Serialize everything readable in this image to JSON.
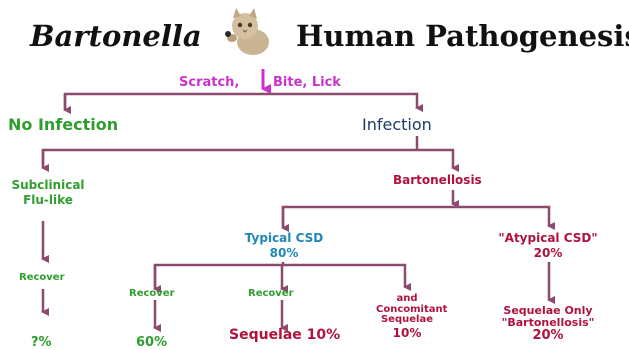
{
  "title": {
    "left": "Bartonella",
    "right": "Human Pathogenesis"
  },
  "top": {
    "scratch": "Scratch,",
    "bite_lick": "Bite, Lick"
  },
  "no_infection": "No Infection",
  "infection": "Infection",
  "subclinical": [
    "Subclinical",
    "Flu-like"
  ],
  "bartonellosis": "Bartonellosis",
  "recover_left": "Recover",
  "pct_unknown": "?%",
  "typical": [
    "Typical CSD",
    "80%"
  ],
  "atypical": [
    "\"Atypical CSD\"",
    "20%"
  ],
  "recover_a": "Recover",
  "recover_b": "Recover",
  "pct_60": "60%",
  "sequelae_10": "Sequelae 10%",
  "concomitant": [
    "and",
    "Concomitant",
    "Sequelae",
    "10%"
  ],
  "sequelae_only": [
    "Sequelae Only",
    "\"Bartonellosis\"",
    "20%"
  ],
  "colors": {
    "arrow": "#8c4a6c",
    "magenta": "#cc33cc",
    "green": "#2f9e2f",
    "navy": "#1f3a66",
    "blue": "#1f86b8",
    "crimson": "#b0123d"
  }
}
